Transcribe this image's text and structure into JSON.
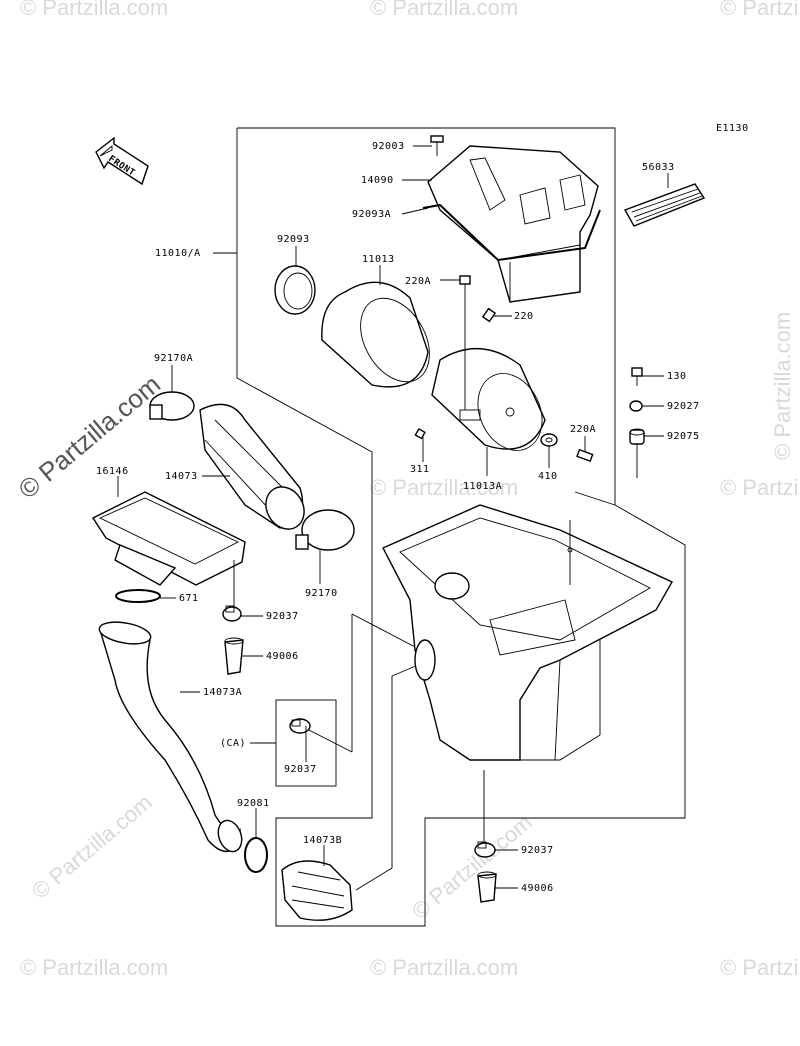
{
  "diagram": {
    "code": "E1130",
    "front_label": "FRONT",
    "watermark": "© Partzilla.com",
    "parts": {
      "p92003": "92003",
      "p14090": "14090",
      "p92093A": "92093A",
      "p56033": "56033",
      "p11010A": "11010/A",
      "p92093": "92093",
      "p11013": "11013",
      "p220A_top": "220A",
      "p220": "220",
      "p92170A": "92170A",
      "p130": "130",
      "p92027": "92027",
      "p220A_right": "220A",
      "p92075": "92075",
      "p16146": "16146",
      "p14073": "14073",
      "p311": "311",
      "p410": "410",
      "p11013A": "11013A",
      "p92170": "92170",
      "p671": "671",
      "p92037_left": "92037",
      "p49006_left": "49006",
      "p14073A": "14073A",
      "pCA": "(CA)",
      "p92037_ca": "92037",
      "p92081": "92081",
      "p14073B": "14073B",
      "p92037_right": "92037",
      "p49006_right": "49006"
    }
  }
}
